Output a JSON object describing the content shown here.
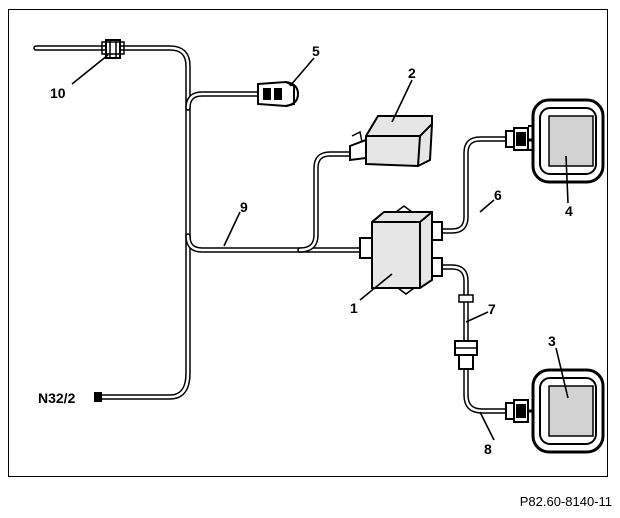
{
  "labels": {
    "l1": "1",
    "l2": "2",
    "l3": "3",
    "l4": "4",
    "l5": "5",
    "l6": "6",
    "l7": "7",
    "l8": "8",
    "l9": "9",
    "l10": "10",
    "n32": "N32/2"
  },
  "reference": "P82.60-8140-11"
}
